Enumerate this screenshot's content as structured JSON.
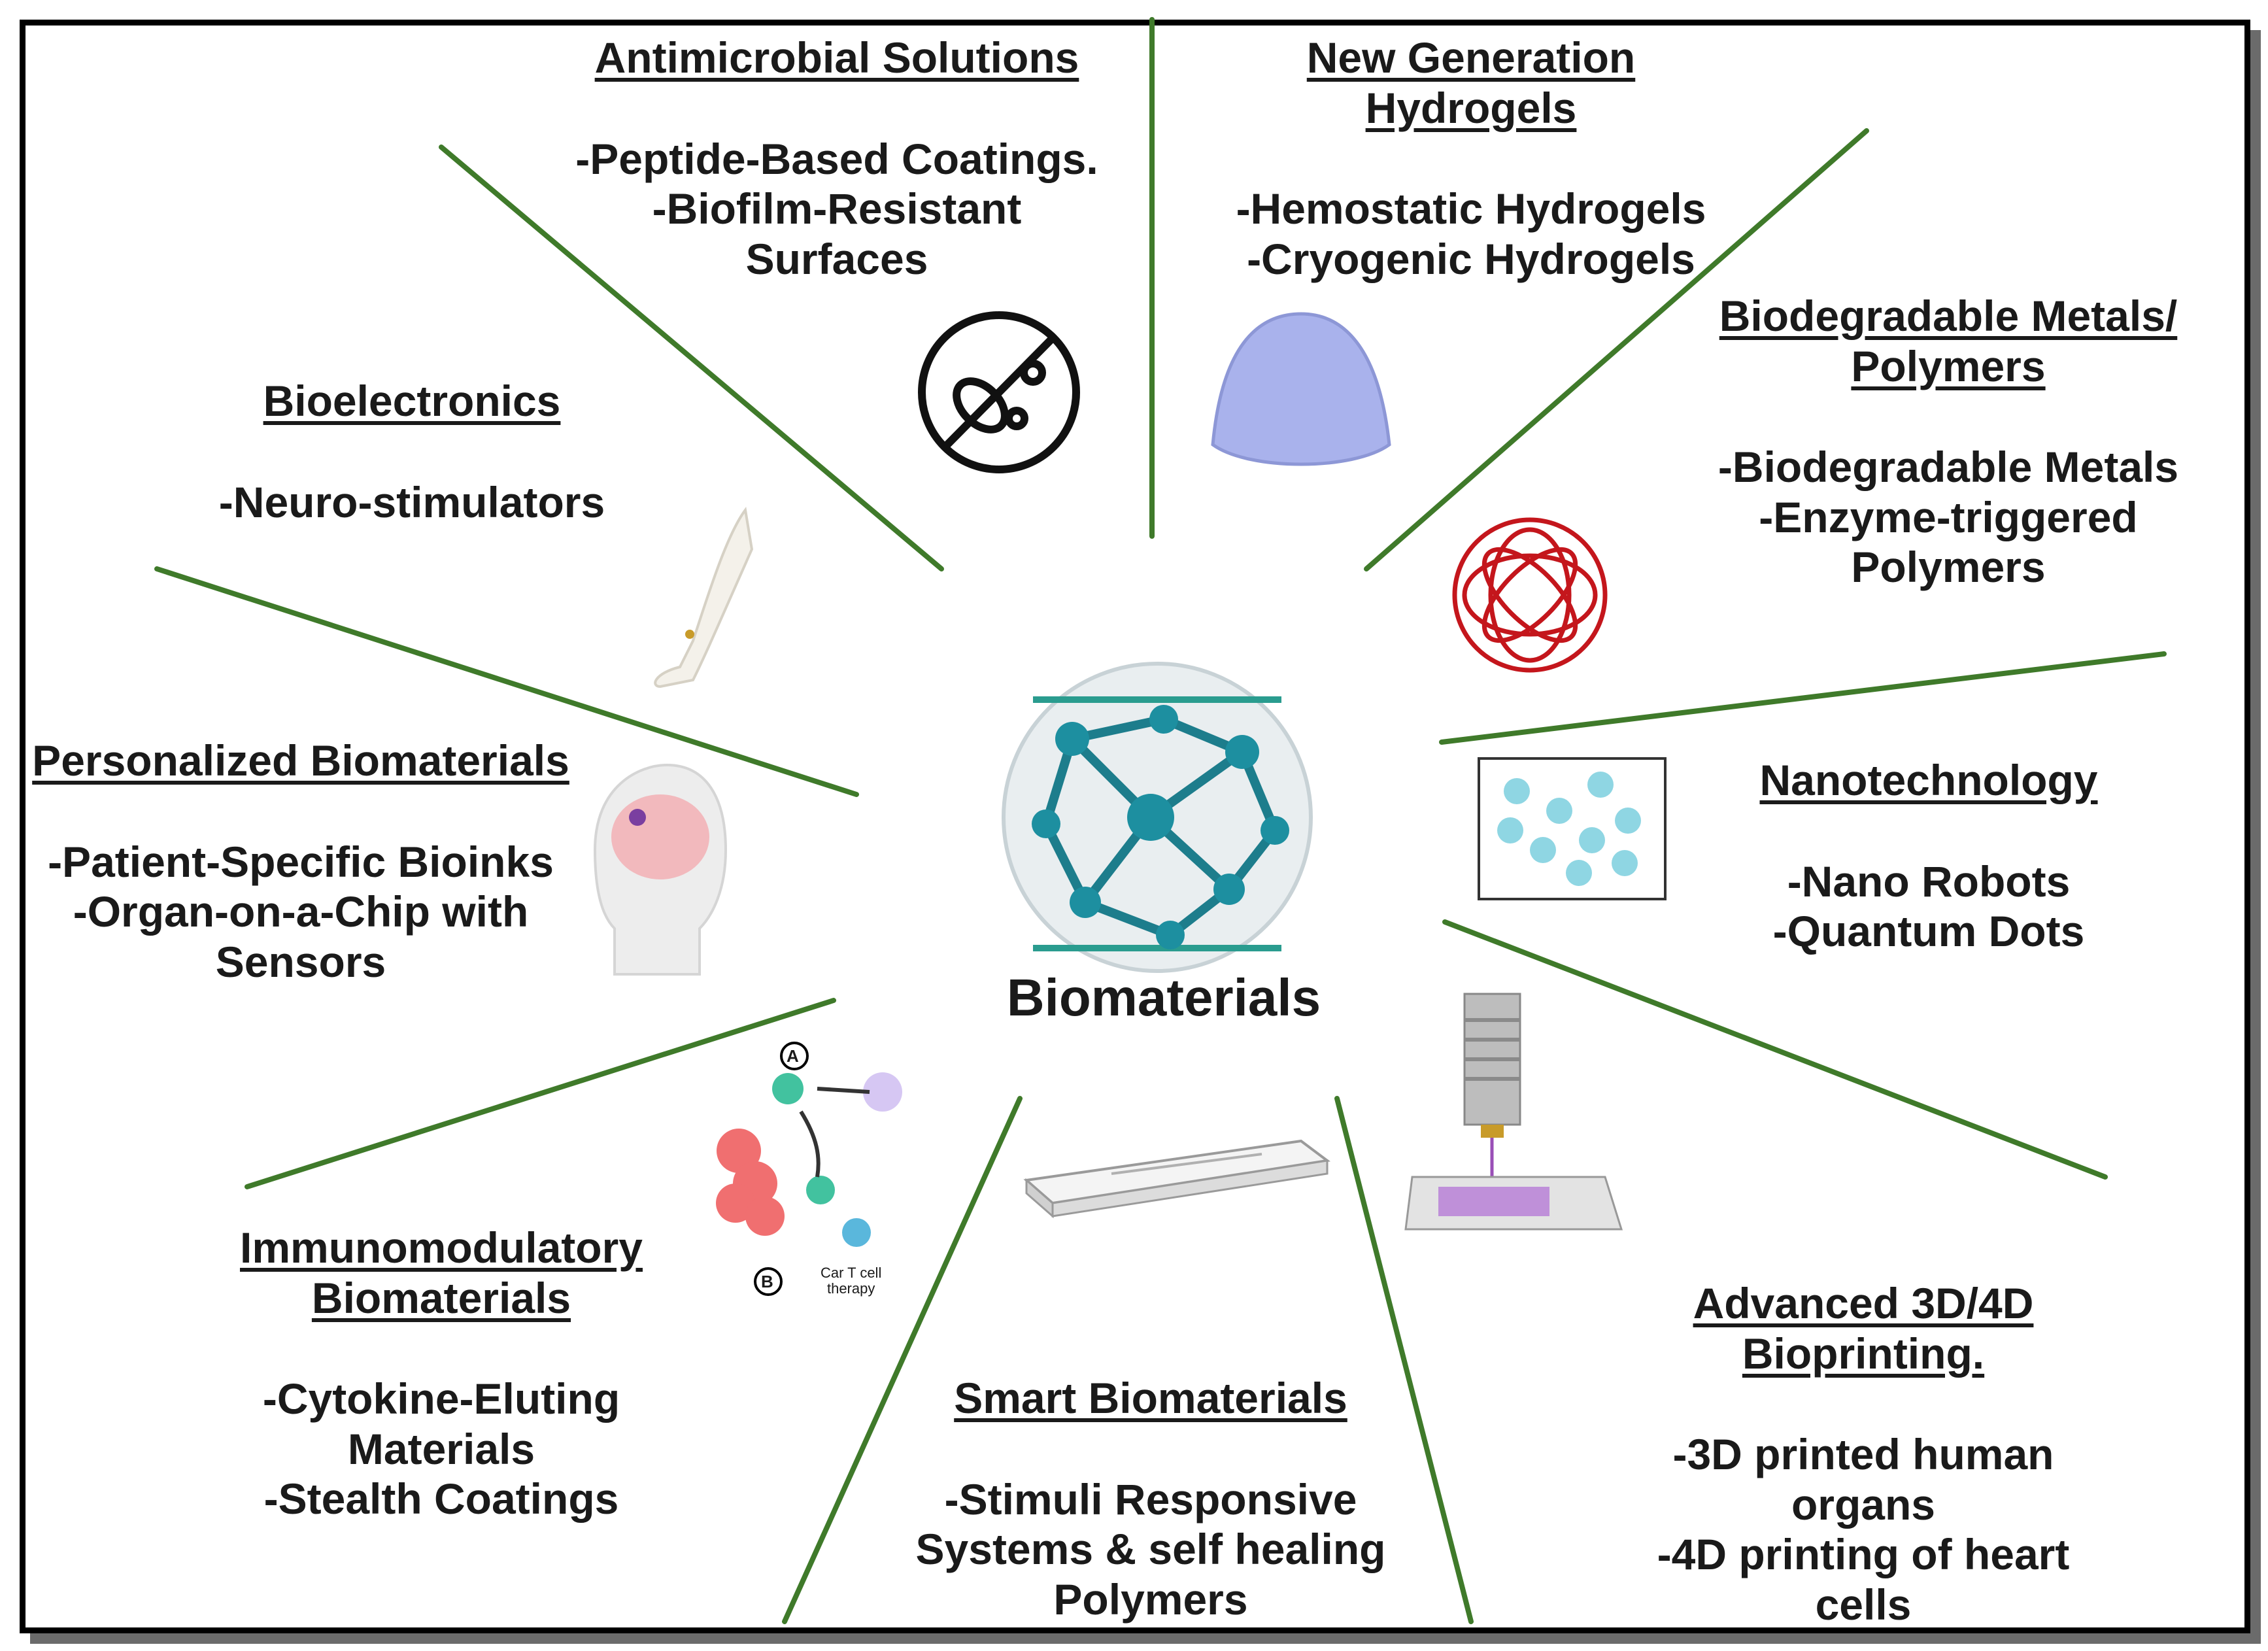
{
  "center": {
    "label": "Biomaterials"
  },
  "sections": {
    "antimicrobial": {
      "title": "Antimicrobial Solutions",
      "items": [
        "-Peptide-Based Coatings.",
        "-Biofilm-Resistant",
        "Surfaces"
      ]
    },
    "hydrogels": {
      "title": "New Generation Hydrogels",
      "items": [
        "-Hemostatic Hydrogels",
        "-Cryogenic Hydrogels"
      ]
    },
    "biodegradable": {
      "title_lines": [
        "Biodegradable Metals/",
        "Polymers"
      ],
      "items": [
        "-Biodegradable Metals",
        "-Enzyme-triggered",
        "Polymers"
      ]
    },
    "bioelectronics": {
      "title": "Bioelectronics",
      "items": [
        "-Neuro-stimulators"
      ]
    },
    "personalized": {
      "title": "Personalized Biomaterials",
      "items": [
        "-Patient-Specific Bioinks",
        "-Organ-on-a-Chip with",
        "Sensors"
      ]
    },
    "nanotechnology": {
      "title": "Nanotechnology",
      "items": [
        "-Nano Robots",
        "-Quantum Dots"
      ]
    },
    "immunomodulatory": {
      "title_lines": [
        "Immunomodulatory",
        "Biomaterials"
      ],
      "items": [
        "-Cytokine-Eluting Materials",
        "-Stealth Coatings"
      ]
    },
    "smart": {
      "title": "Smart Biomaterials",
      "items": [
        "-Stimuli Responsive",
        "Systems & self healing",
        "Polymers"
      ]
    },
    "bioprinting": {
      "title_lines": [
        "Advanced 3D/4D",
        "Bioprinting."
      ],
      "items": [
        "-3D printed human",
        "organs",
        "-4D printing of heart",
        "cells"
      ]
    }
  },
  "icon_labels": {
    "car_t": [
      "Car T cell",
      "therapy"
    ],
    "marker_a": "A",
    "marker_b": "B"
  },
  "colors": {
    "divider": "#3f7a2a",
    "network": "#1d8fa0",
    "hydrogel": "#a9b2ec",
    "coil": "#c4161c",
    "nano": "#8fd6e3"
  },
  "icons": [
    "bacteria-prohibited-icon",
    "hydrogel-dome-icon",
    "polymer-coil-icon",
    "arm-implant-icon",
    "brain-head-icon",
    "nanoparticle-slide-icon",
    "bioprinter-icon",
    "microfluidic-chip-icon",
    "immune-cell-icon",
    "molecular-network-icon"
  ]
}
